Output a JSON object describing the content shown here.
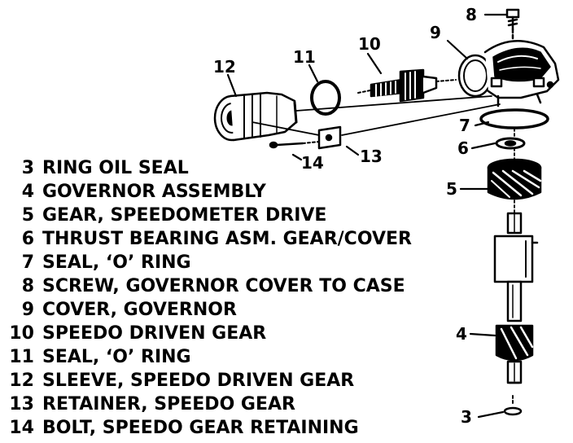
{
  "legend": [
    {
      "num": "3",
      "text": "RING OIL SEAL"
    },
    {
      "num": "4",
      "text": "GOVERNOR ASSEMBLY"
    },
    {
      "num": "5",
      "text": "GEAR, SPEEDOMETER DRIVE"
    },
    {
      "num": "6",
      "text": "THRUST BEARING ASM. GEAR/COVER"
    },
    {
      "num": "7",
      "text": "SEAL, ‘O’ RING"
    },
    {
      "num": "8",
      "text": "SCREW, GOVERNOR COVER TO CASE"
    },
    {
      "num": "9",
      "text": "COVER, GOVERNOR"
    },
    {
      "num": "10",
      "text": "SPEEDO DRIVEN GEAR"
    },
    {
      "num": "11",
      "text": "SEAL, ‘O’ RING"
    },
    {
      "num": "12",
      "text": "SLEEVE, SPEEDO DRIVEN GEAR"
    },
    {
      "num": "13",
      "text": "RETAINER, SPEEDO GEAR"
    },
    {
      "num": "14",
      "text": "BOLT, SPEEDO GEAR RETAINING"
    }
  ],
  "callouts": {
    "c3": "3",
    "c4": "4",
    "c5": "5",
    "c6": "6",
    "c7": "7",
    "c8": "8",
    "c9": "9",
    "c10": "10",
    "c11": "11",
    "c12": "12",
    "c13": "13",
    "c14": "14"
  }
}
